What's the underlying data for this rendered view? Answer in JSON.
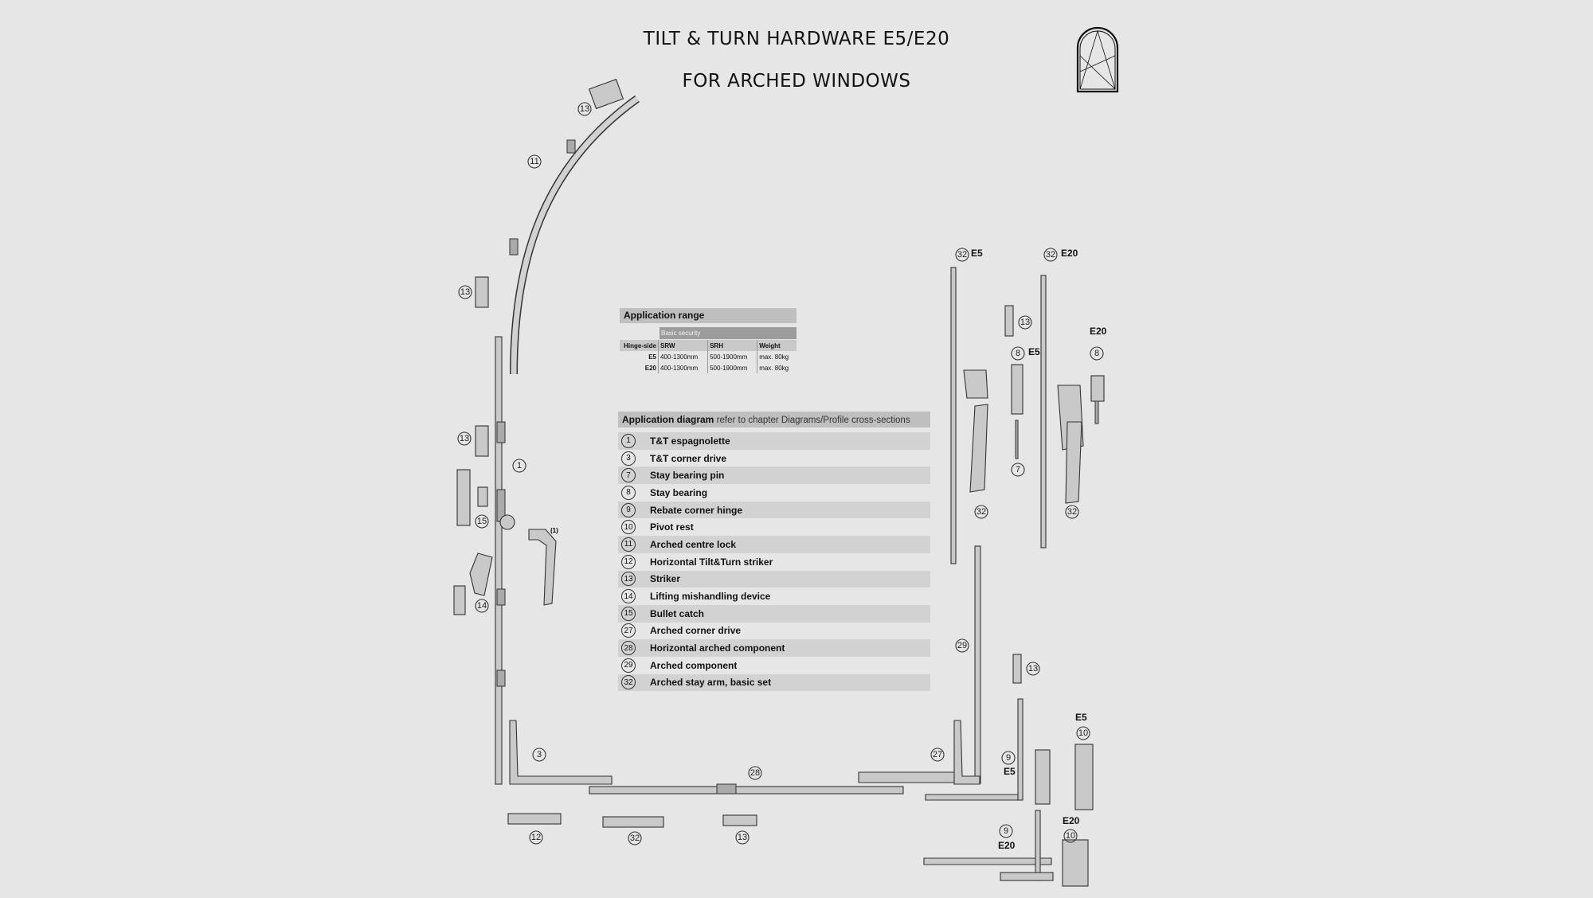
{
  "title": {
    "line1": "TILT & TURN HARDWARE E5/E20",
    "line2": "FOR ARCHED WINDOWS"
  },
  "application_range": {
    "header": "Application range",
    "subheader": "Basic security",
    "columns": [
      "Hinge-side",
      "SRW",
      "SRH",
      "Weight"
    ],
    "rows": [
      [
        "E5",
        "400-1300mm",
        "500-1900mm",
        "max. 80kg"
      ],
      [
        "E20",
        "400-1300mm",
        "500-1900mm",
        "max. 80kg"
      ]
    ]
  },
  "application_diagram": {
    "header": "Application diagram",
    "note": "refer to chapter Diagrams/Profile cross-sections",
    "items": [
      {
        "num": "1",
        "label": "T&T espagnolette"
      },
      {
        "num": "3",
        "label": "T&T corner drive"
      },
      {
        "num": "7",
        "label": "Stay bearing pin"
      },
      {
        "num": "8",
        "label": "Stay bearing"
      },
      {
        "num": "9",
        "label": "Rebate corner hinge"
      },
      {
        "num": "10",
        "label": "Pivot rest"
      },
      {
        "num": "11",
        "label": "Arched centre lock"
      },
      {
        "num": "12",
        "label": "Horizontal Tilt&Turn striker"
      },
      {
        "num": "13",
        "label": "Striker"
      },
      {
        "num": "14",
        "label": "Lifting mishandling device"
      },
      {
        "num": "15",
        "label": "Bullet catch"
      },
      {
        "num": "27",
        "label": "Arched corner drive"
      },
      {
        "num": "28",
        "label": "Horizontal arched component"
      },
      {
        "num": "29",
        "label": "Arched component"
      },
      {
        "num": "32",
        "label": "Arched stay arm, basic set"
      }
    ]
  },
  "callouts": [
    "13",
    "11",
    "13",
    "13",
    "1",
    "15",
    "14",
    "3",
    "28",
    "27",
    "12",
    "32",
    "13",
    "32",
    "32",
    "13",
    "8",
    "7",
    "32",
    "8",
    "32",
    "29",
    "13",
    "9",
    "9",
    "10",
    "10"
  ],
  "variant_labels": [
    "E5",
    "E20",
    "E20",
    "E5",
    "E5",
    "E5",
    "E20",
    "E20"
  ],
  "small_label": "(1)"
}
